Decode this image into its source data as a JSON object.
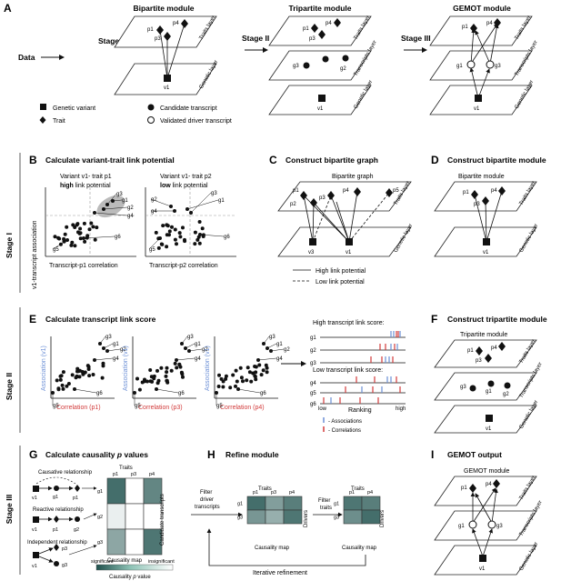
{
  "panels": {
    "A": {
      "letter": "A",
      "data_label": "Data",
      "stage1": "Stage I",
      "stage2": "Stage II",
      "stage3": "Stage III",
      "title_bipartite": "Bipartite module",
      "title_tripartite": "Tripartite module",
      "title_gemot": "GEMOT module"
    },
    "B": {
      "letter": "B",
      "title": "Calculate variant-trait link potential",
      "left_line1": "Variant v1- trait p1",
      "left_high": "high",
      "left_rest": " link potential",
      "right_line1": "Variant v1- trait p2",
      "right_low": "low",
      "right_rest": " link potential",
      "ylabel": "v1-transcript association",
      "xlabel_left": "Transcript-p1 correlation",
      "xlabel_right": "Transcript-p2 correlation"
    },
    "C": {
      "letter": "C",
      "title": "Construct bipartite graph",
      "graph_label": "Bipartite graph",
      "legend_high": "High link potential",
      "legend_low": "Low link potential"
    },
    "D": {
      "letter": "D",
      "title": "Construct bipartite module",
      "module_label": "Bipartite module"
    },
    "E": {
      "letter": "E",
      "title": "Calculate transcript link score",
      "xlabels": [
        "Correlation (p1)",
        "Correlation (p3)",
        "Correlation (p4)"
      ],
      "ylabel": "Association (v1)",
      "high_title": "High transcript link score:",
      "low_title": "Low transcript link score:",
      "rows_high": [
        "g1",
        "g2",
        "g3"
      ],
      "rows_low": [
        "g4",
        "g5",
        "g6"
      ],
      "low": "low",
      "high": "high",
      "ranking": "Ranking",
      "legend_assoc": "- Associations",
      "legend_corr": "- Correlations"
    },
    "F": {
      "letter": "F",
      "title": "Construct tripartite module",
      "module_label": "Tripartite module"
    },
    "G": {
      "letter": "G",
      "title_prefix": "Calculate causality ",
      "title_p": "p",
      "title_suffix": " values",
      "causative": "Causative relationship",
      "reactive": "Reactive relationship",
      "independent": "Independent relationship",
      "traits": "Traits",
      "cand": "Candidate transcripts",
      "map": "Causality map",
      "significant": "significant",
      "insignificant": "insignificant",
      "pval_prefix": "Causality ",
      "pval_p": "p",
      "pval_suffix": " value",
      "cols": [
        "p1",
        "p3",
        "p4"
      ],
      "rows": [
        "g1",
        "g2",
        "g3"
      ],
      "heat": [
        [
          0.9,
          0.0,
          0.75
        ],
        [
          0.1,
          0.0,
          0.0
        ],
        [
          0.55,
          0.0,
          0.85
        ]
      ]
    },
    "H": {
      "letter": "H",
      "title": "Refine module",
      "filter_driver": [
        "Filter",
        "driver",
        "transcripts"
      ],
      "filter_traits": [
        "Filter",
        "traits"
      ],
      "traits": "Traits",
      "drivers": "Drivers",
      "map": "Causality map",
      "iterative": "Iterative refinement",
      "cols": [
        "p1",
        "p3",
        "p4"
      ],
      "rows": [
        "g1",
        "g3"
      ],
      "heat1": [
        [
          0.9,
          0.6,
          0.8
        ],
        [
          0.65,
          0.5,
          0.85
        ]
      ],
      "heat2": [
        [
          0.85,
          0.8
        ],
        [
          0.7,
          0.9
        ]
      ]
    },
    "I": {
      "letter": "I",
      "title": "GEMOT output",
      "module_label": "GEMOT module"
    }
  },
  "layers": {
    "traits": "Traits layer",
    "transcripts": "Transcripts layer",
    "genetic": "Genetic layer"
  },
  "legend": {
    "variant": "Genetic variant",
    "trait": "Trait",
    "candidate": "Candidate transcript",
    "validated": "Validated driver transcript"
  },
  "stages": {
    "s1": "Stage I",
    "s2": "Stage II",
    "s3": "Stage III"
  },
  "node_labels": {
    "p1": "p1",
    "p2": "p2",
    "p3": "p3",
    "p4": "p4",
    "p5": "p5",
    "g1": "g1",
    "g2": "g2",
    "g3": "g3",
    "g4": "g4",
    "g5": "g5",
    "g6": "g6",
    "v1": "v1",
    "v3": "v3"
  },
  "colors": {
    "association": "#6b8fd6",
    "correlation": "#d23a3a",
    "heat_high": "#2f5e5a",
    "heat_low": "#ffffff"
  }
}
